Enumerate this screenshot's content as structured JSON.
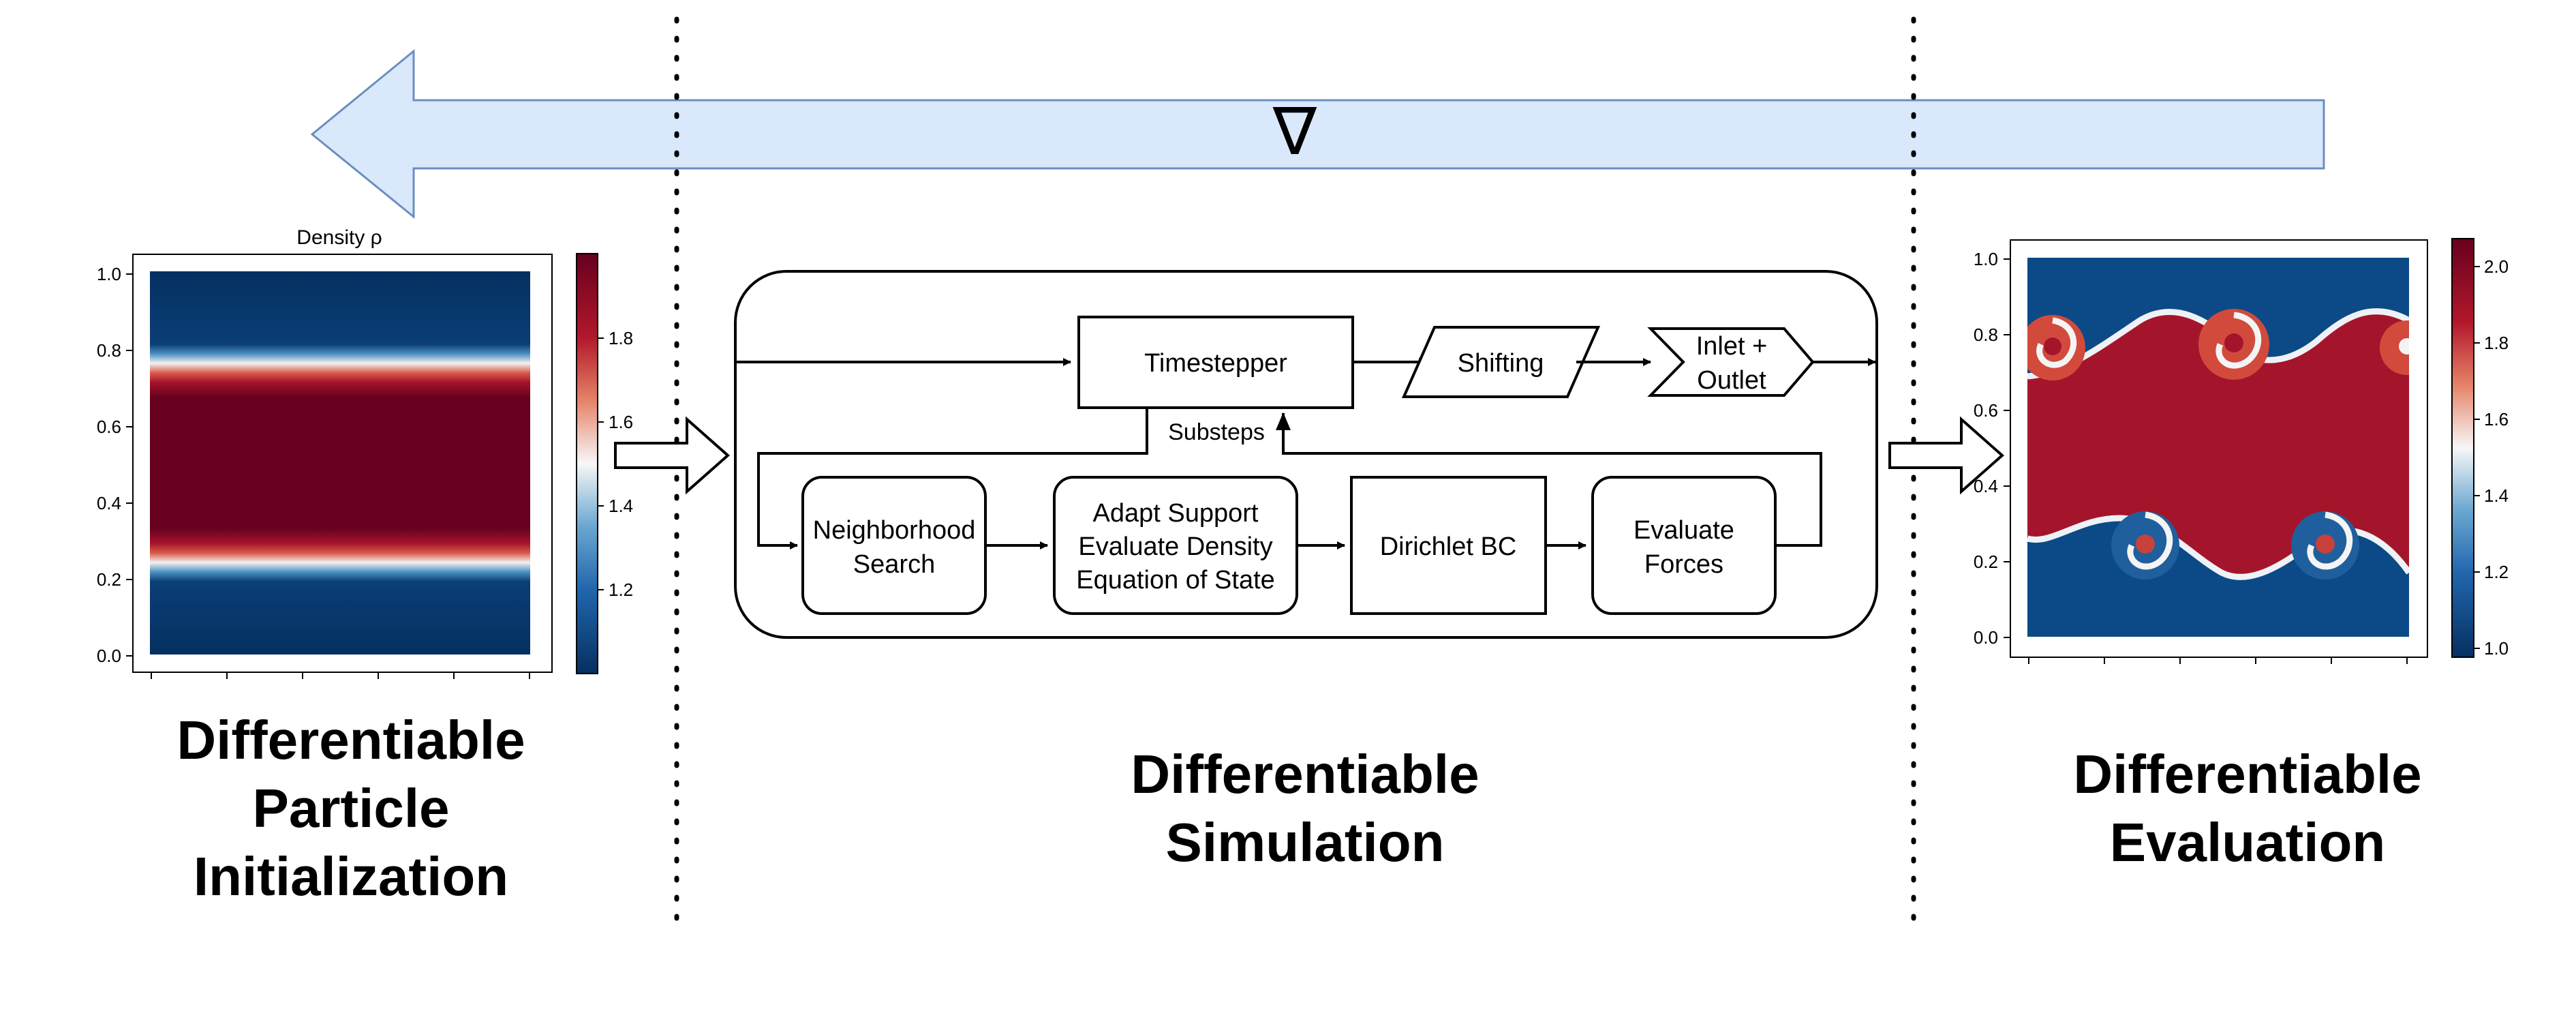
{
  "gradient": {
    "symbol": "∇",
    "fill": "#dae8fc",
    "stroke": "#6c8ebf"
  },
  "sections": {
    "init": {
      "line1": "Differentiable",
      "line2": "Particle",
      "line3": "Initialization"
    },
    "sim": {
      "line1": "Differentiable",
      "line2": "Simulation"
    },
    "eval": {
      "line1": "Differentiable",
      "line2": "Evaluation"
    }
  },
  "left_plot": {
    "title": "Density ρ",
    "yticks": [
      "1.0",
      "0.8",
      "0.6",
      "0.4",
      "0.2",
      "0.0"
    ],
    "colorbar_ticks": [
      "1.8",
      "1.6",
      "1.4",
      "1.2"
    ]
  },
  "right_plot": {
    "yticks": [
      "1.0",
      "0.8",
      "0.6",
      "0.4",
      "0.2",
      "0.0"
    ],
    "colorbar_ticks": [
      "2.0",
      "1.8",
      "1.6",
      "1.4",
      "1.2",
      "1.0"
    ]
  },
  "colormap": {
    "low": "#053061",
    "mid": "#f7f7f7",
    "high": "#67001f"
  },
  "flowchart": {
    "timestepper": "Timestepper",
    "shifting": "Shifting",
    "inlet_line1": "Inlet +",
    "inlet_line2": "Outlet",
    "substeps": "Substeps",
    "neighborhood_line1": "Neighborhood",
    "neighborhood_line2": "Search",
    "adapt_line1": "Adapt Support",
    "adapt_line2": "Evaluate Density",
    "adapt_line3": "Equation of State",
    "dirichlet": "Dirichlet BC",
    "forces_line1": "Evaluate",
    "forces_line2": "Forces"
  }
}
